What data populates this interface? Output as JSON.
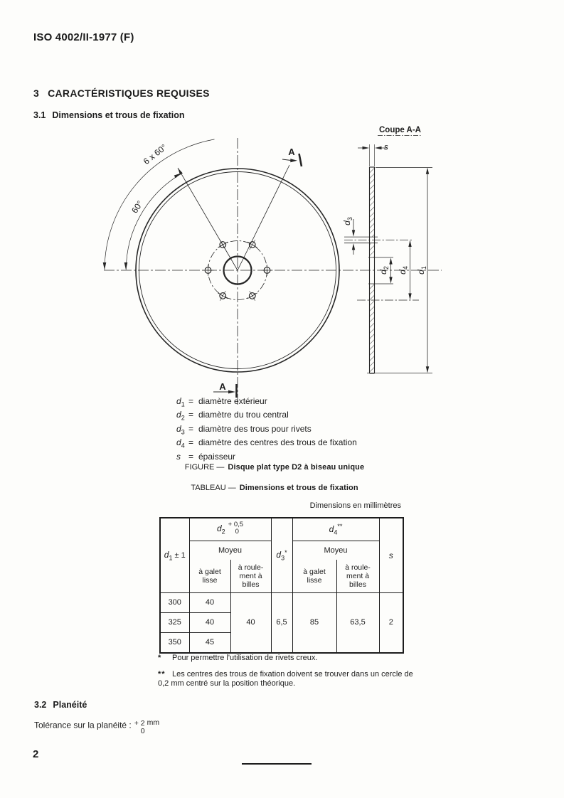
{
  "page": {
    "doc_ref": "ISO 4002/II-1977 (F)",
    "page_number": "2"
  },
  "sections": {
    "s3": {
      "number": "3",
      "title": "CARACTÉRISTIQUES REQUISES"
    },
    "s31": {
      "number": "3.1",
      "title": "Dimensions et trous de fixation"
    },
    "s32": {
      "number": "3.2",
      "title": "Planéité"
    }
  },
  "figure": {
    "coupe_title": "Coupe A-A",
    "label_s": "s",
    "label_6x60": "6 x 60°",
    "label_60": "60°",
    "label_a": "A",
    "dims": {
      "d": "d",
      "sub1": "1",
      "sub2": "2",
      "sub3": "3",
      "sub4": "4"
    },
    "caption_prefix": "FIGURE —",
    "caption": "Disque plat type D2 à biseau unique"
  },
  "legend": {
    "eq": "=",
    "items": [
      {
        "term": "d",
        "sub": "1",
        "text": "diamètre extérieur"
      },
      {
        "term": "d",
        "sub": "2",
        "text": "diamètre du trou central"
      },
      {
        "term": "d",
        "sub": "3",
        "text": "diamètre des trous pour rivets"
      },
      {
        "term": "d",
        "sub": "4",
        "text": "diamètre des centres des trous de fixation"
      },
      {
        "term": "s",
        "sub": "",
        "text": "épaisseur"
      }
    ]
  },
  "table": {
    "caption_prefix": "TABLEAU —",
    "caption": "Dimensions et trous de fixation",
    "units_note": "Dimensions en millimètres",
    "header": {
      "d1": {
        "var": "d",
        "sub": "1",
        "suffix": "± 1"
      },
      "d2": {
        "var": "d",
        "sub": "2",
        "tol_top": "+ 0,5",
        "tol_bottom": "0"
      },
      "d3": {
        "var": "d",
        "sub": "3",
        "star": "*"
      },
      "d4": {
        "var": "d",
        "sub": "4",
        "star": "**"
      },
      "s": "s",
      "moyeu": "Moyeu",
      "galet_lisse": "à galet\nlisse",
      "roulement": "à roule-\nment à\nbilles"
    },
    "rows": [
      {
        "d1": "300",
        "d2_galet": "40"
      },
      {
        "d1": "325",
        "d2_galet": "40"
      },
      {
        "d1": "350",
        "d2_galet": "45"
      }
    ],
    "merged": {
      "d2_roulement": "40",
      "d3": "6,5",
      "d4_galet": "85",
      "d4_roulement": "63,5",
      "s": "2"
    }
  },
  "footnotes": {
    "star": "*",
    "star_text": "Pour permettre l'utilisation de rivets creux.",
    "dstar": "**",
    "dstar_text": "Les centres des trous de fixation doivent se trouver dans un cercle de 0,2 mm centré sur la position théorique."
  },
  "flatness": {
    "label": "Tolérance sur la planéité :",
    "tol_top": "+ 2",
    "tol_bottom": "0",
    "unit": "mm"
  }
}
